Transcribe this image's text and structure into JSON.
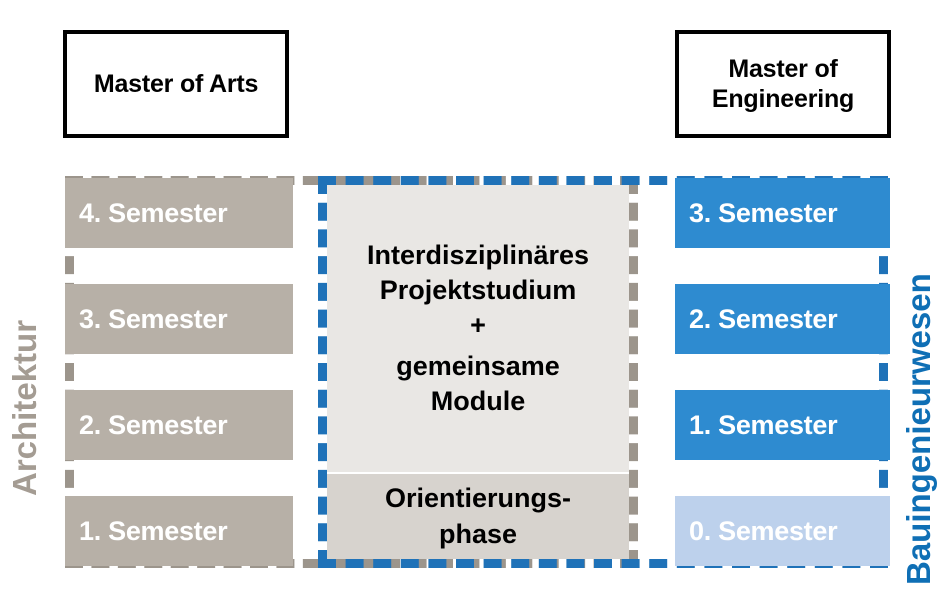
{
  "diagram": {
    "title_left": "Master of Arts",
    "title_right_line1": "Master of",
    "title_right_line2": "Engineering",
    "discipline_left": "Architektur",
    "discipline_right": "Bauingenieurwesen"
  },
  "colors": {
    "gray_box": "#b7b0a7",
    "gray_border": "#9c958c",
    "gray_label": "#a49c93",
    "blue_box": "#2e8bd0",
    "blue_border": "#1f72b8",
    "blue_label": "#0f6fb5",
    "blue_box_light": "#bdd1ec",
    "center_upper": "#e9e7e4",
    "center_lower": "#d7d3ce",
    "text_on_box": "#ffffff",
    "text_dark": "#000000"
  },
  "left_column": {
    "semesters": [
      {
        "label": "4. Semester",
        "fill": "gray"
      },
      {
        "label": "3. Semester",
        "fill": "gray"
      },
      {
        "label": "2. Semester",
        "fill": "gray"
      },
      {
        "label": "1. Semester",
        "fill": "gray"
      }
    ]
  },
  "right_column": {
    "semesters": [
      {
        "label": "3. Semester",
        "fill": "blue"
      },
      {
        "label": "2. Semester",
        "fill": "blue"
      },
      {
        "label": "1. Semester",
        "fill": "blue"
      },
      {
        "label": "0. Semester",
        "fill": "blue-light"
      }
    ]
  },
  "center": {
    "main": {
      "line1": "Interdisziplinäres",
      "line2": "Projektstudium",
      "line3": "+",
      "line4": "gemeinsame",
      "line5": "Module"
    },
    "orientation": {
      "line1": "Orientierungs-",
      "line2": "phase"
    }
  }
}
